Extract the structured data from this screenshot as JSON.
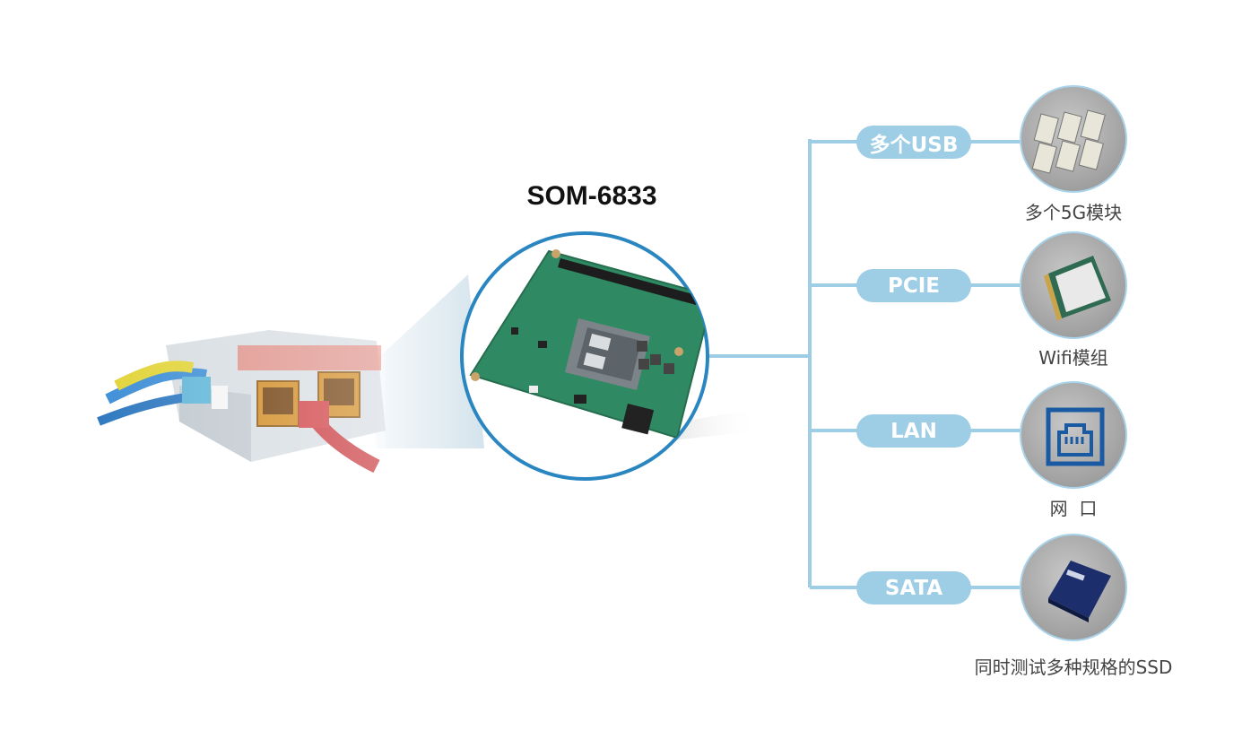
{
  "product": {
    "title": "SOM-6833"
  },
  "interfaces": [
    {
      "label": "多个USB",
      "caption": "多个5G模块",
      "icon": "5g-module-icon"
    },
    {
      "label": "PCIE",
      "caption": "Wifi模组",
      "icon": "wifi-module-icon"
    },
    {
      "label": "LAN",
      "caption": "网  口",
      "icon": "ethernet-port-icon"
    },
    {
      "label": "SATA",
      "caption": "同时测试多种规格的SSD",
      "icon": "ssd-icon"
    }
  ],
  "colors": {
    "connector": "#9ecde6",
    "accent_ring": "#2a86c0",
    "pcb": "#2f8a63",
    "lan_icon": "#1a5aa3"
  }
}
